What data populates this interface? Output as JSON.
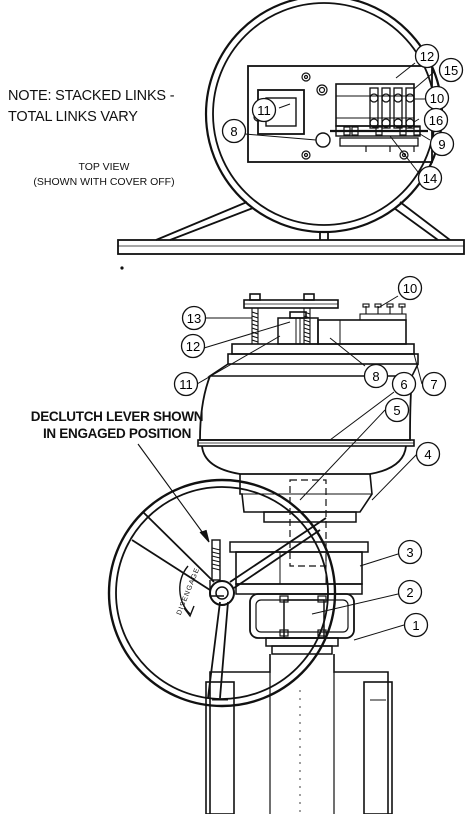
{
  "notes": {
    "stacked_links_line1": "NOTE: STACKED LINKS -",
    "stacked_links_line2": "TOTAL LINKS  VARY",
    "top_view_line1": "TOP VIEW",
    "top_view_line2": "(SHOWN WITH COVER OFF)",
    "declutch_line1": "DECLUTCH LEVER SHOWN",
    "declutch_line2": "IN ENGAGED POSITION",
    "disengage": "DISENGAGE"
  },
  "callouts_top": [
    "11",
    "12",
    "15",
    "10",
    "16",
    "8",
    "9",
    "14"
  ],
  "callouts_side": [
    "13",
    "10",
    "12",
    "11",
    "8",
    "7",
    "6",
    "5",
    "4",
    "3",
    "2",
    "1"
  ]
}
